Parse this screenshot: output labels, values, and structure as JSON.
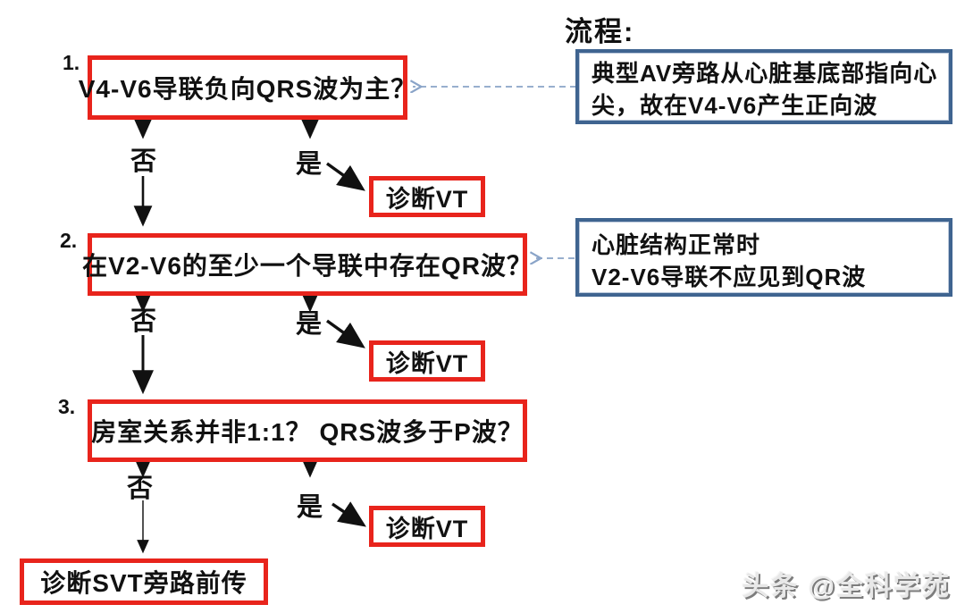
{
  "heading": "流程:",
  "steps": [
    {
      "number": "1.",
      "question": "V4-V6导联负向QRS波为主？"
    },
    {
      "number": "2.",
      "question": "在V2-V6的至少一个导联中存在QR波？"
    },
    {
      "number": "3.",
      "question": "房室关系并非1:1？ QRS波多于P波？"
    }
  ],
  "labels": {
    "no": "否",
    "yes": "是"
  },
  "vt_label": "诊断VT",
  "final_label": "诊断SVT旁路前传",
  "notes": [
    {
      "lines": [
        "典型AV旁路从心脏基底部指向心",
        "尖，故在V4-V6产生正向波"
      ]
    },
    {
      "lines": [
        "心脏结构正常时",
        "V2-V6导联不应见到QR波"
      ]
    }
  ],
  "watermark": "头条 @全科学苑",
  "colors": {
    "question_box_border": "#e8241c",
    "note_box_border": "#3f6490",
    "dashed_arrow": "#8aa4c8",
    "solid_arrow": "#111111"
  }
}
